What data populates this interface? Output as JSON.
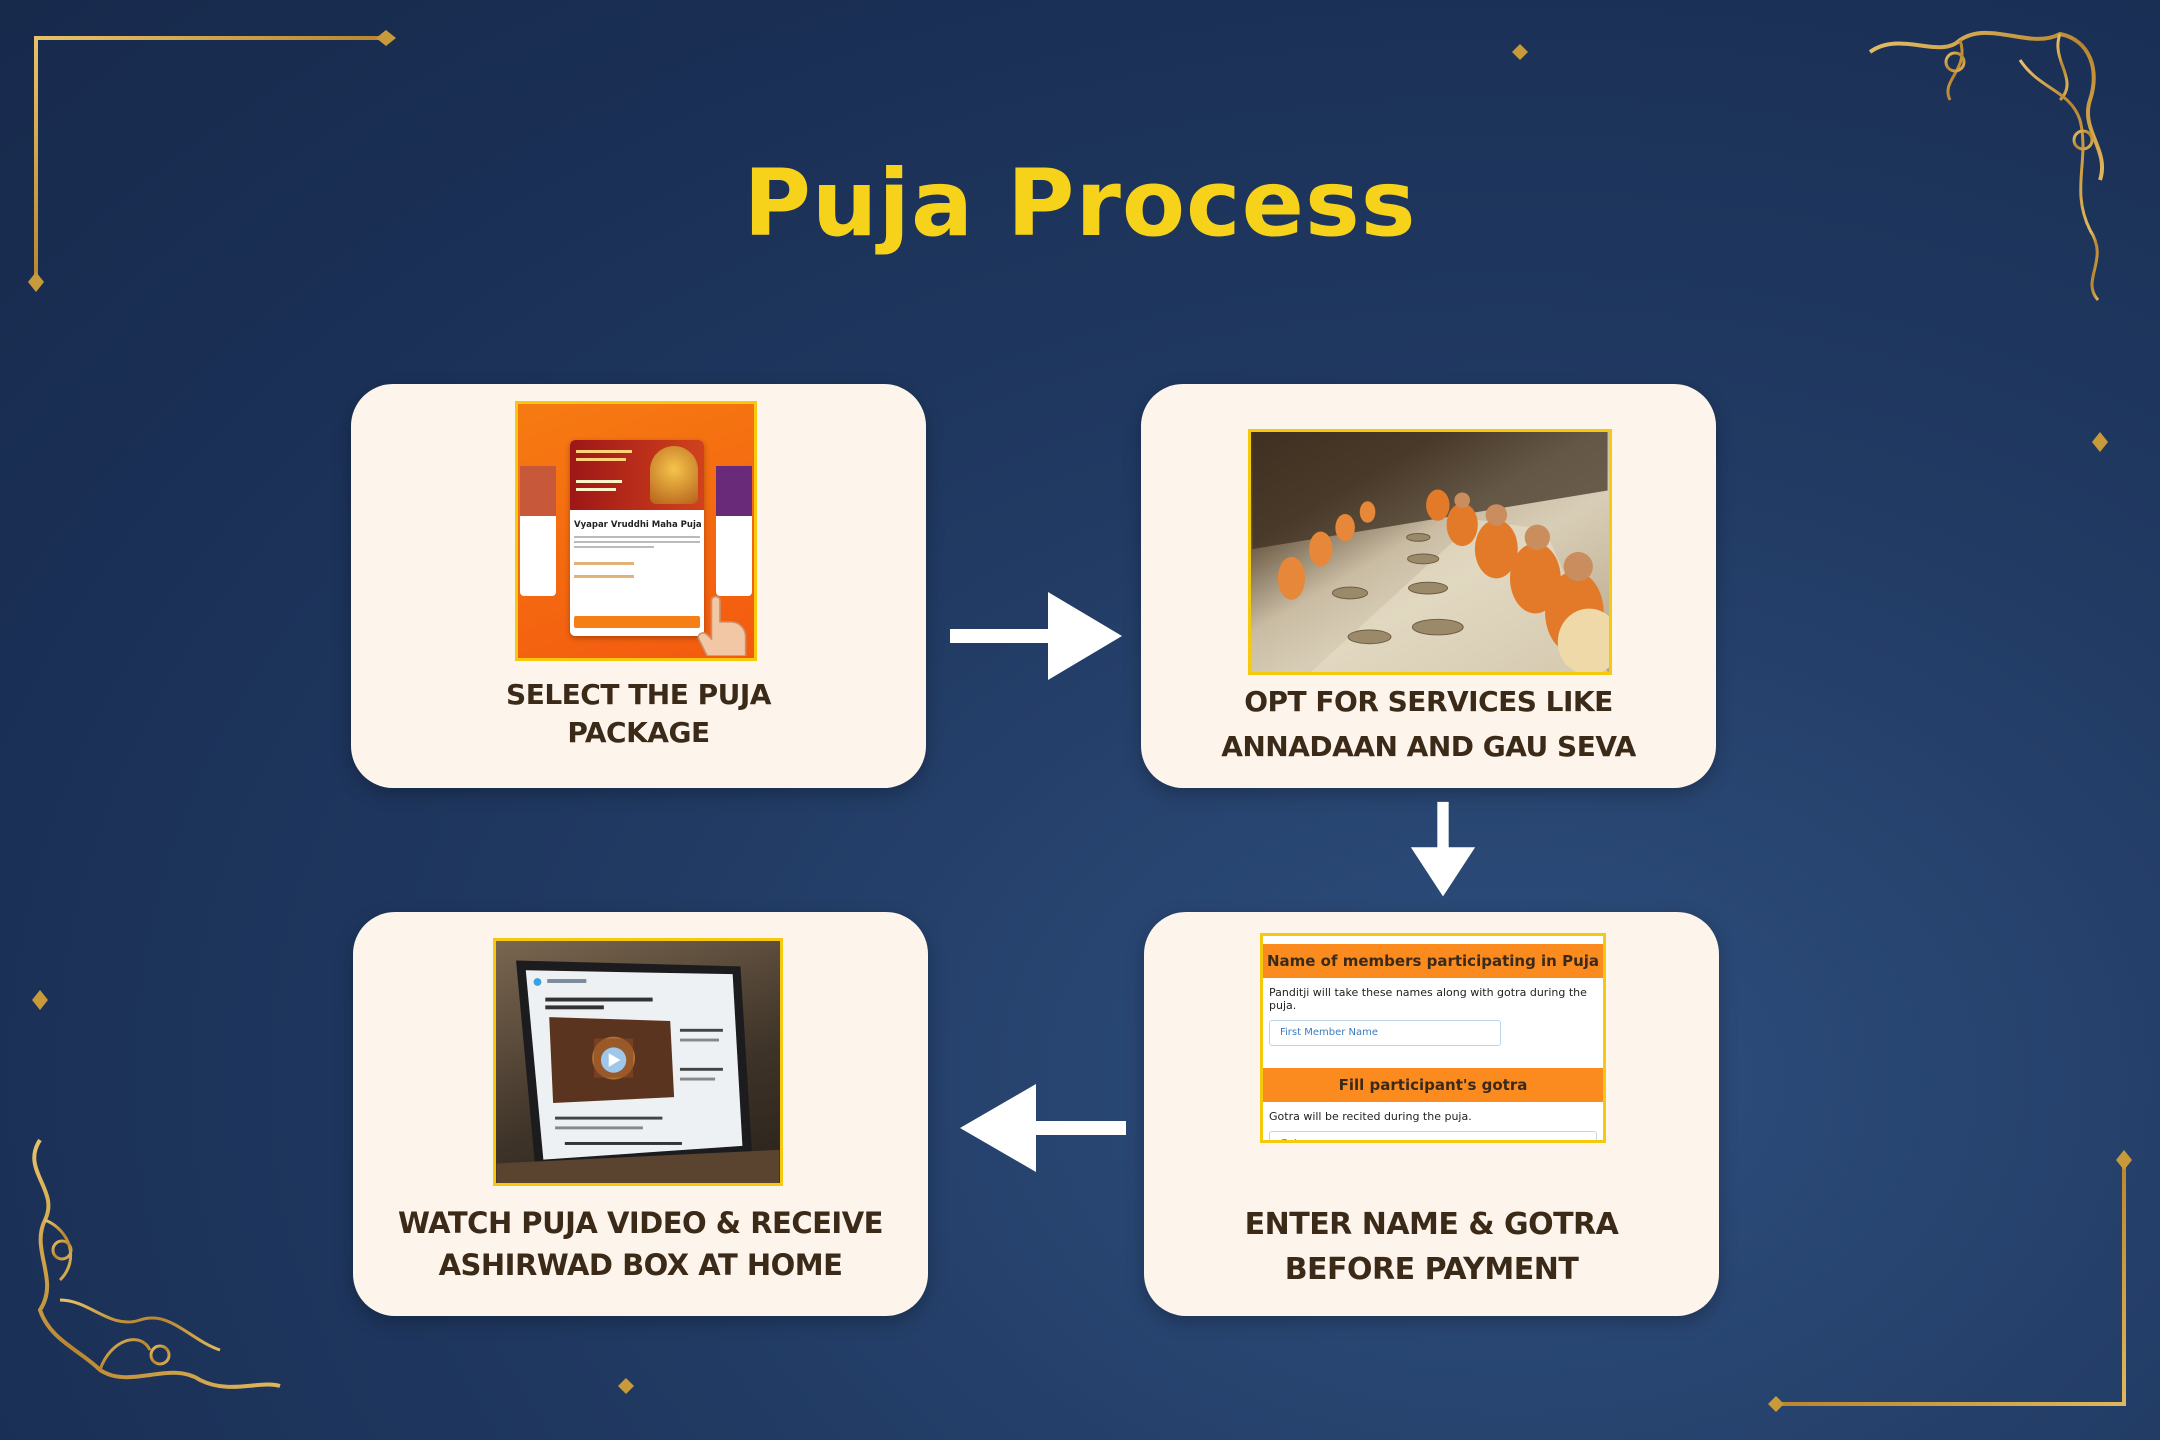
{
  "title": "Puja Process",
  "colors": {
    "background": "#1f3761",
    "title": "#f7d21b",
    "card": "#fdf4ec",
    "accent_orange": "#fb8a1f",
    "gold": "#c99a3a"
  },
  "steps": [
    {
      "id": "select",
      "line1": "SELECT THE PUJA",
      "line2": "PACKAGE",
      "thumb": {
        "card_title": "Vyapar Vruddhi Maha Puja"
      }
    },
    {
      "id": "services",
      "line1": "OPT FOR SERVICES LIKE",
      "line2": "ANNADAAN AND GAU SEVA"
    },
    {
      "id": "gotra",
      "line1": "ENTER NAME & GOTRA",
      "line2": "BEFORE PAYMENT",
      "form": {
        "header1": "Name of members participating in Puja",
        "note1": "Panditji will take these names along with gotra during the puja.",
        "input1_placeholder": "First Member Name",
        "header2": "Fill participant's gotra",
        "note2": "Gotra will be recited during the puja.",
        "input2_placeholder": "Gotra"
      }
    },
    {
      "id": "video",
      "line1": "WATCH PUJA VIDEO & RECEIVE",
      "line2": "ASHIRWAD BOX AT HOME",
      "thumb": {
        "screen_title": "Your Sankalp Puja Recording - Maa Bagalamukhi"
      }
    }
  ],
  "icons": [
    "arrow-right-icon",
    "arrow-down-icon",
    "arrow-left-icon",
    "corner-ornament-icon",
    "play-icon",
    "hand-pointer-icon"
  ]
}
